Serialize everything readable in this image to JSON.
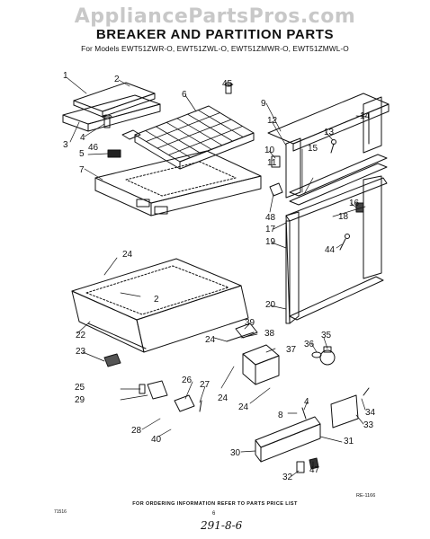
{
  "watermark": "AppliancePartsPros.com",
  "header": {
    "title": "BREAKER AND PARTITION PARTS",
    "models": "For Models EWT51ZWR-O, EWT51ZWL-O, EWT51ZMWR-O, EWT51ZMWL-O"
  },
  "diagram": {
    "callouts": [
      "1",
      "2",
      "3",
      "4",
      "46",
      "5",
      "6",
      "7",
      "45",
      "9",
      "14",
      "12",
      "13",
      "10",
      "15",
      "11",
      "16",
      "48",
      "17",
      "18",
      "19",
      "44",
      "20",
      "24",
      "2",
      "22",
      "23",
      "39",
      "38",
      "37",
      "36",
      "35",
      "24",
      "26",
      "27",
      "24",
      "25",
      "29",
      "28",
      "40",
      "24",
      "8",
      "4",
      "34",
      "33",
      "31",
      "30",
      "32",
      "47"
    ]
  },
  "footer": {
    "order_note": "FOR ORDERING INFORMATION REFER TO PARTS PRICE LIST",
    "page_number": "6",
    "left_code": "71516",
    "ref_code": "RE-1166",
    "handwritten": "291-8-6"
  }
}
